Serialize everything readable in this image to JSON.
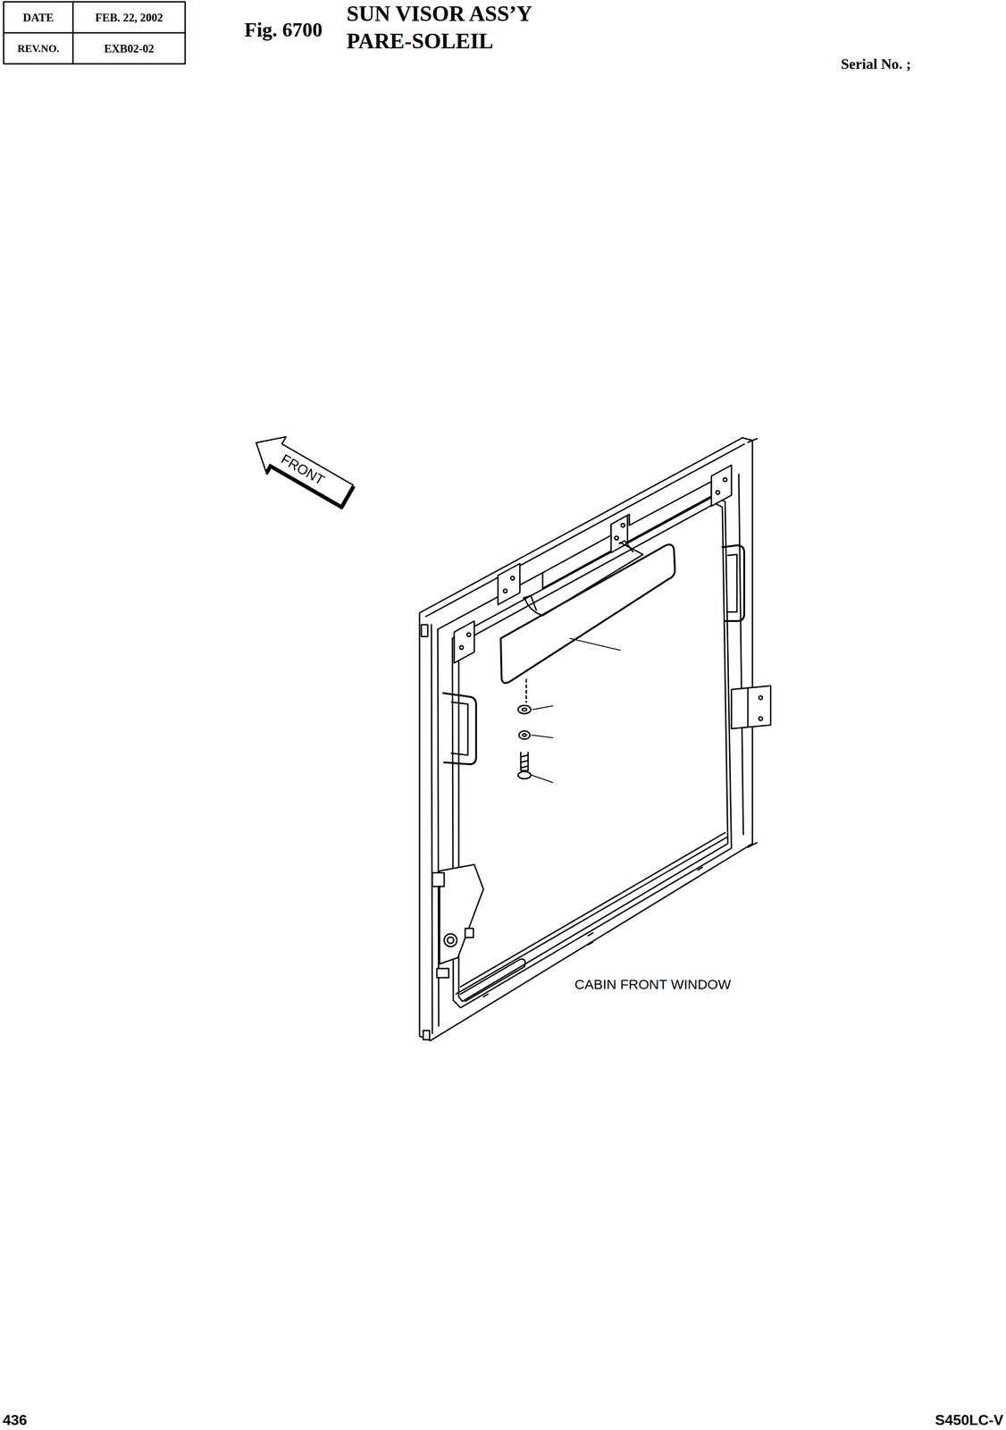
{
  "diagram": {
    "title": "SUN VISOR ASS’Y",
    "labels": [
      "DATE",
      "FEB. 22, 2002",
      "REV.NO.",
      "EXB02-02",
      "Fig. 6700",
      "PARE-SOLEIL",
      "Serial No. ;",
      "FRONT",
      "CABIN FRONT WINDOW",
      "436",
      "S450LC-V"
    ]
  }
}
